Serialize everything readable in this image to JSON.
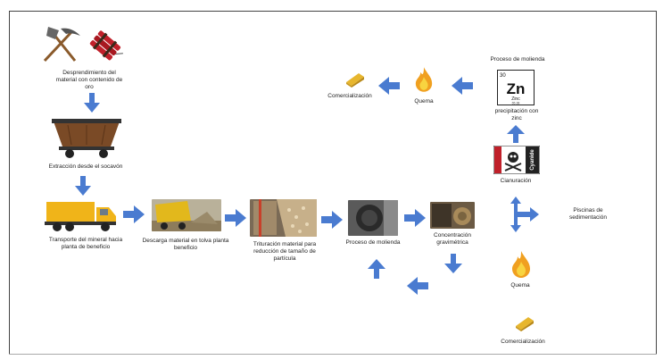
{
  "labels": {
    "desprendimiento": "Desprendimiento del material con contenido de oro",
    "extraccion": "Extracción desde el socavón",
    "transporte": "Transporte del mineral hacia planta de beneficio",
    "descarga": "Descarga material en tolva planta beneficio",
    "trituracion": "Trituración material para reducción de tamaño de partícula",
    "molienda_1": "Proceso de molienda",
    "concentracion": "Concentración gravimétrica",
    "molienda_2": "Proceso de molienda",
    "precipitacion": "precipitación con zinc",
    "cianuracion": "Cianuración",
    "piscinas": "Piscinas de sedimentación",
    "quema_top": "Quema",
    "quema_bottom": "Quema",
    "comercializacion_top": "Comercialización",
    "comercializacion_bottom": "Comercialización"
  },
  "zinc_card": {
    "number": "30",
    "symbol": "Zn",
    "name": "Zinc",
    "mass": "65.38"
  },
  "cyanide_sign": {
    "label": "Cyanide"
  },
  "colors": {
    "arrow": "#4a7bd0",
    "gold": "#e7b62e",
    "flame": "#f0a020",
    "truck": "#f0b419"
  }
}
